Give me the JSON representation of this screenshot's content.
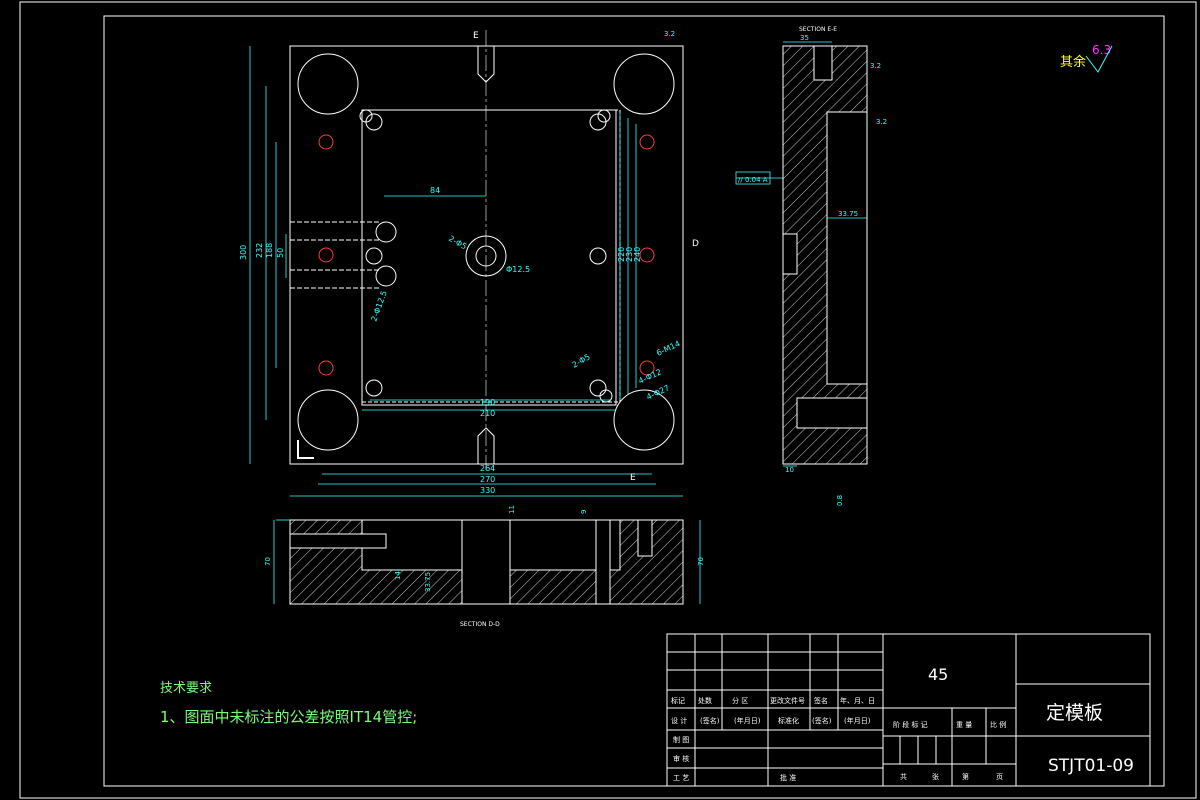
{
  "drawing": {
    "title": "定模板",
    "number": "STJT01-09",
    "material": "45",
    "surface_roughness": {
      "label": "其余",
      "value": "6.3"
    },
    "sections": {
      "ee": "SECTION E-E",
      "dd": "SECTION D-D"
    },
    "section_marks": {
      "e": "E",
      "d": "D"
    }
  },
  "tech_requirements": {
    "heading": "技术要求",
    "items": [
      "1、图面中未标注的公差按照IT14管控;"
    ]
  },
  "title_block": {
    "row1": [
      "标记",
      "处数",
      "分 区",
      "更改文件号",
      "签名",
      "年、月、日"
    ],
    "row2": [
      "设 计",
      "(签名)",
      "(年月日)",
      "标准化",
      "(签名)",
      "(年月日)"
    ],
    "row2_right": [
      "阶 段 标 记",
      "重 量",
      "比 例"
    ],
    "left_labels": [
      "制 图",
      "审 核",
      "工 艺"
    ],
    "approve": "批 准",
    "bottom_right": [
      "共",
      "张",
      "第",
      "页"
    ]
  },
  "dimensions": {
    "plan": {
      "width_330": "330",
      "width_270": "270",
      "width_264": "264",
      "inner_210": "210",
      "inner_190": "190",
      "height_300": "300",
      "height_232": "232",
      "height_188": "188",
      "height_50": "50",
      "right_220": "220",
      "right_230": "230",
      "right_240": "240",
      "offset_84": "84",
      "holes_a": "2-Φ5",
      "holes_b": "4-Φ12",
      "holes_c": "4-Φ27",
      "holes_d": "6-M14",
      "center_hole": "Φ12.5",
      "hole_e": "2-Φ12.5"
    },
    "section_ee": {
      "top": "35",
      "mid": "33.75",
      "bottom": "10",
      "gdt": "// 0.04 A",
      "datum": "A"
    },
    "section_dd": {
      "height": "70",
      "height_r": "70",
      "depth_11": "11",
      "depth_9": "9",
      "h_14": "14",
      "h_3375": "33.75"
    },
    "roughness": {
      "r1": "3.2",
      "r2": "3.2",
      "r3": "3.2",
      "r4": "0.8"
    }
  }
}
